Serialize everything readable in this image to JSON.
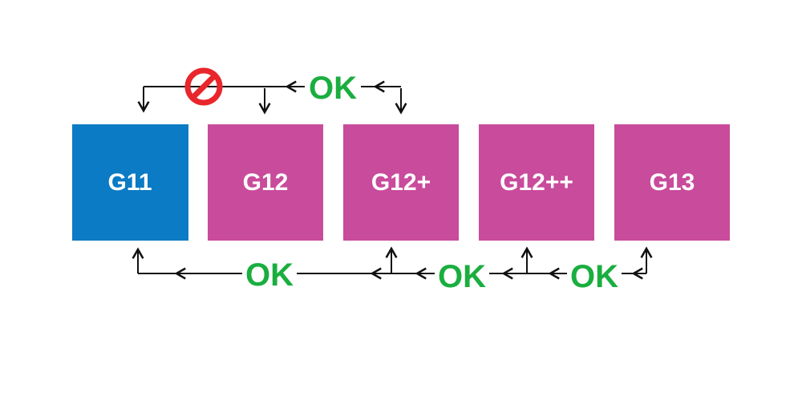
{
  "boxes": [
    {
      "label": "G11",
      "color": "#0a7bc4"
    },
    {
      "label": "G12",
      "color": "#c94b9c"
    },
    {
      "label": "G12+",
      "color": "#c94b9c"
    },
    {
      "label": "G12++",
      "color": "#c94b9c"
    },
    {
      "label": "G13",
      "color": "#c94b9c"
    }
  ],
  "top_link": {
    "ok_label": "OK",
    "blocked_icon": "prohibited-icon",
    "blocked_color": "#e8262b"
  },
  "bottom_links": [
    {
      "ok_label": "OK"
    },
    {
      "ok_label": "OK"
    },
    {
      "ok_label": "OK"
    }
  ],
  "ok_color": "#1aae3f"
}
